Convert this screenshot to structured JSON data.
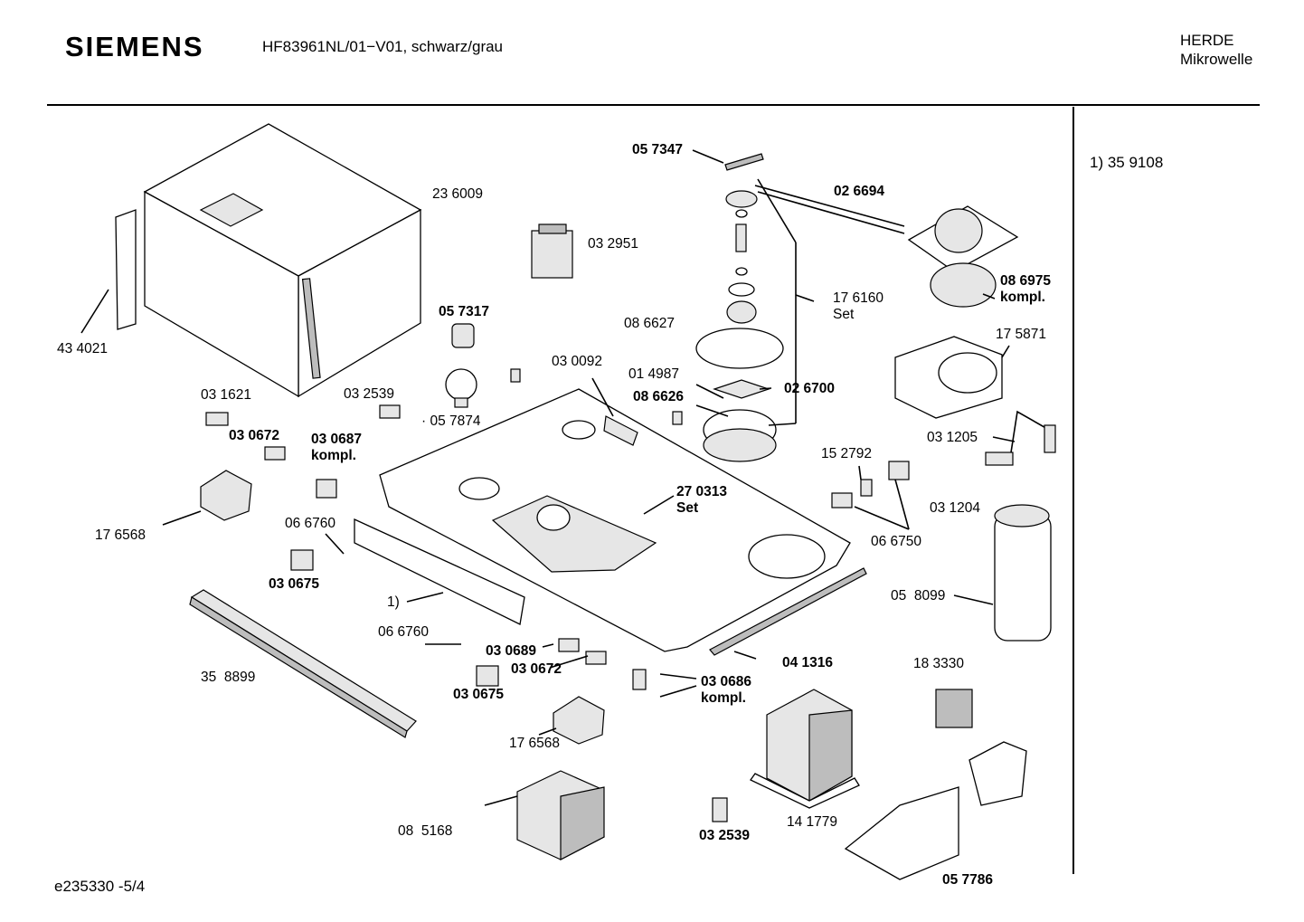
{
  "header": {
    "brand": "SIEMENS",
    "model": "HF83961NL/01−V01, schwarz/grau",
    "category_line1": "HERDE",
    "category_line2": "Mikrowelle"
  },
  "footer": {
    "drawing_id": "e235330 -5/4"
  },
  "side_note": "1)  35 9108",
  "parts": {
    "p434021": "43 4021",
    "p236009": "23 6009",
    "p032951": "03 2951",
    "p057317": "05 7317",
    "p057874": "· 05 7874",
    "p031621": "03 1621",
    "p032539a": "03 2539",
    "p030672a": "03 0672",
    "p030687": "03 0687\nkompl.",
    "p176568a": "17 6568",
    "p066760a": "06 6760",
    "p030675a": "03 0675",
    "p358899": "35  8899",
    "p1ref": "1)",
    "p066760b": "06 6760",
    "p030689": "03 0689",
    "p030672b": "03 0672",
    "p030675b": "03 0675",
    "p176568b": "17 6568",
    "p085168": "08  5168",
    "p057347": "05 7347",
    "p026694": "02 6694",
    "p176160": "17 6160\nSet",
    "p086627": "08 6627",
    "p030092": "03 0092",
    "p014987": "01 4987",
    "p086626": "08 6626",
    "p026700": "02 6700",
    "p270313": "27 0313\nSet",
    "p152792": "15 2792",
    "p066750": "06 6750",
    "p041316": "04 1316",
    "p030686": "03 0686\nkompl.",
    "p141779": "14 1779",
    "p032539b": "03 2539",
    "p086975": "08 6975\nkompl.",
    "p175871": "17 5871",
    "p031205": "03 1205",
    "p031204": "03 1204",
    "p058099": "05  8099",
    "p183330": "18 3330",
    "p057786": "05 7786"
  }
}
